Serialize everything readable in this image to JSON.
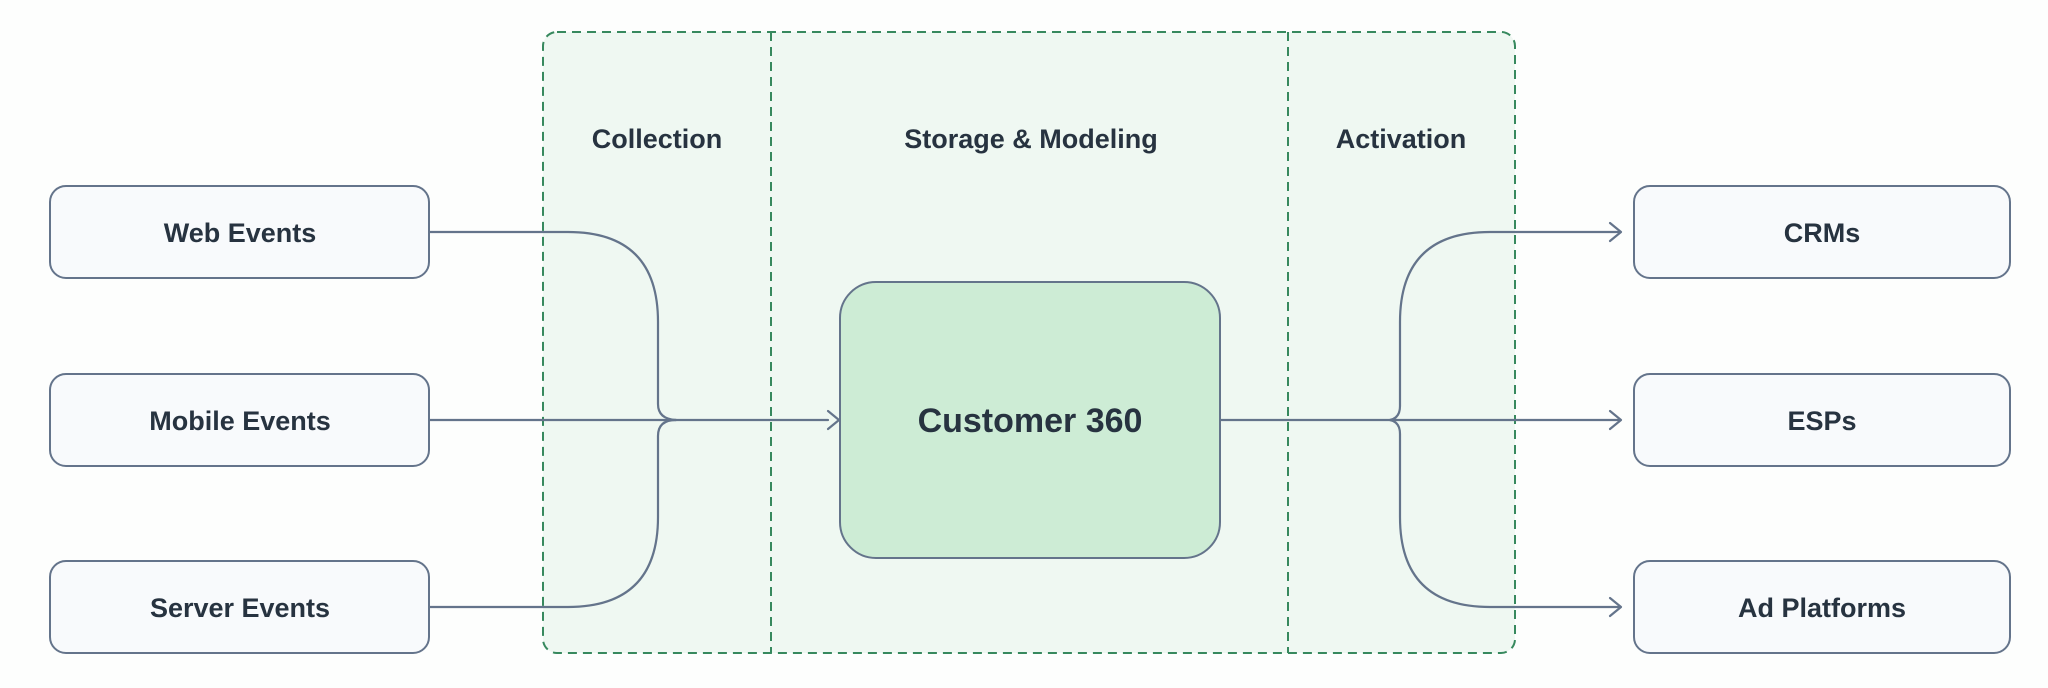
{
  "sources": [
    {
      "label": "Web Events"
    },
    {
      "label": "Mobile Events"
    },
    {
      "label": "Server Events"
    }
  ],
  "stages": [
    {
      "label": "Collection"
    },
    {
      "label": "Storage & Modeling"
    },
    {
      "label": "Activation"
    }
  ],
  "hub": {
    "label": "Customer 360"
  },
  "destinations": [
    {
      "label": "CRMs"
    },
    {
      "label": "ESPs"
    },
    {
      "label": "Ad Platforms"
    }
  ],
  "colors": {
    "page-bg": "#fdfefd",
    "zone-fill": "#eff8f2",
    "zone-border": "#37895e",
    "node-fill": "#f8fafc",
    "node-border": "#64748b",
    "hub-fill": "#cdecd5",
    "edge": "#64748b",
    "ink": "#273340"
  }
}
